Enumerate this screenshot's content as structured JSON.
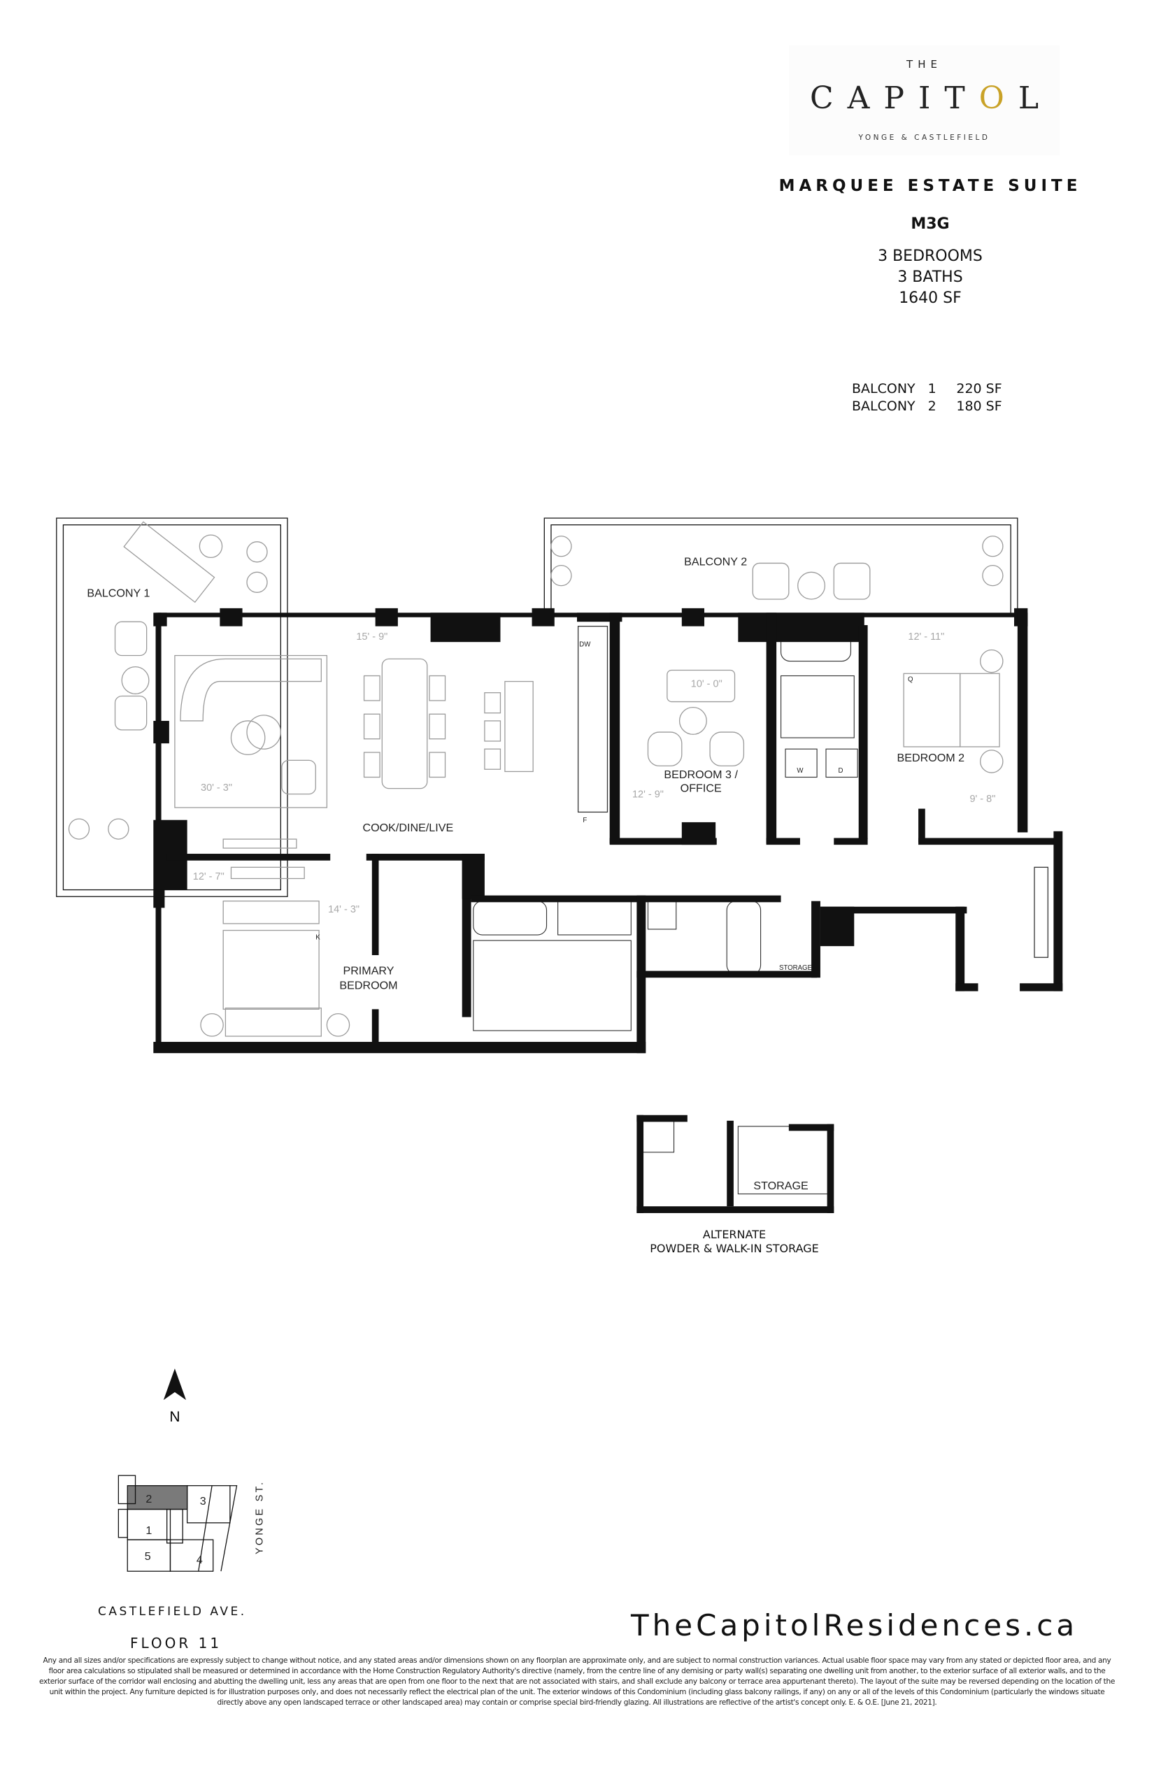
{
  "logo": {
    "the": "THE",
    "name": "CAPITOL",
    "tagline": "YONGE & CASTLEFIELD",
    "accent_color": "#c9a227"
  },
  "suite": {
    "type": "MARQUEE ESTATE SUITE",
    "model": "M3G",
    "bedrooms": "3 BEDROOMS",
    "baths": "3 BATHS",
    "area": "1640 SF",
    "balconies": [
      {
        "label": "BALCONY",
        "number": "1",
        "area": "220 SF"
      },
      {
        "label": "BALCONY",
        "number": "2",
        "area": "180 SF"
      }
    ]
  },
  "plan": {
    "rooms": {
      "balcony1": "BALCONY 1",
      "balcony2": "BALCONY 2",
      "cook_dine_live": "COOK/DINE/LIVE",
      "primary_bedroom_1": "PRIMARY",
      "primary_bedroom_2": "BEDROOM",
      "bedroom3_1": "BEDROOM 3 /",
      "bedroom3_2": "OFFICE",
      "bedroom2": "BEDROOM 2",
      "storage": "STORAGE"
    },
    "appliances": {
      "dishwasher": "DW",
      "fridge": "F",
      "washer": "W",
      "dryer": "D",
      "king_bed": "K",
      "queen_bed": "Q"
    },
    "dimensions": {
      "living_width": "15' - 9\"",
      "living_length": "30' - 3\"",
      "primary_width": "12' - 7\"",
      "primary_length": "14' - 3\"",
      "bed3_width": "10' - 0\"",
      "bed3_length": "12' - 9\"",
      "bed2_width": "12' - 11\"",
      "bed2_length": "9' - 8\""
    },
    "alternate": {
      "storage": "STORAGE",
      "label_1": "ALTERNATE",
      "label_2": "POWDER & WALK-IN STORAGE"
    }
  },
  "key_plan": {
    "north": "N",
    "units": [
      "1",
      "2",
      "3",
      "4",
      "5"
    ],
    "highlighted_unit": "2",
    "highlight_color": "#7a7a7a",
    "street_east": "YONGE ST.",
    "street_south": "CASTLEFIELD AVE.",
    "floor": "FLOOR 11"
  },
  "website": "TheCapitolResidences.ca",
  "disclaimer": "Any and all sizes and/or specifications are expressly subject to change without notice, and any stated areas and/or dimensions shown on any floorplan are approximate only, and are subject to normal construction variances. Actual usable floor space may vary from any stated or depicted floor area, and any floor area calculations so stipulated shall be measured or determined in accordance with the Home Construction Regulatory Authority's directive (namely, from the centre line of any demising or party wall(s) separating one dwelling unit from another, to the exterior surface of all exterior walls, and to the exterior surface of the corridor wall enclosing and abutting the dwelling unit, less any areas that are open from one floor to the next that are not associated with stairs, and shall exclude any balcony or terrace area appurtenant thereto). The layout of the suite may be reversed depending on the location of the unit within the project. Any furniture depicted is for illustration purposes only, and does not necessarily reflect the electrical plan of the unit. The exterior windows of this Condominium (including glass balcony railings, if any) on any or all of the levels of this Condominium (particularly the windows situate directly above any open landscaped terrace or other landscaped area) may contain or comprise special bird-friendly glazing. All illustrations are reflective of the artist's concept only. E. & O.E. [June 21, 2021]."
}
